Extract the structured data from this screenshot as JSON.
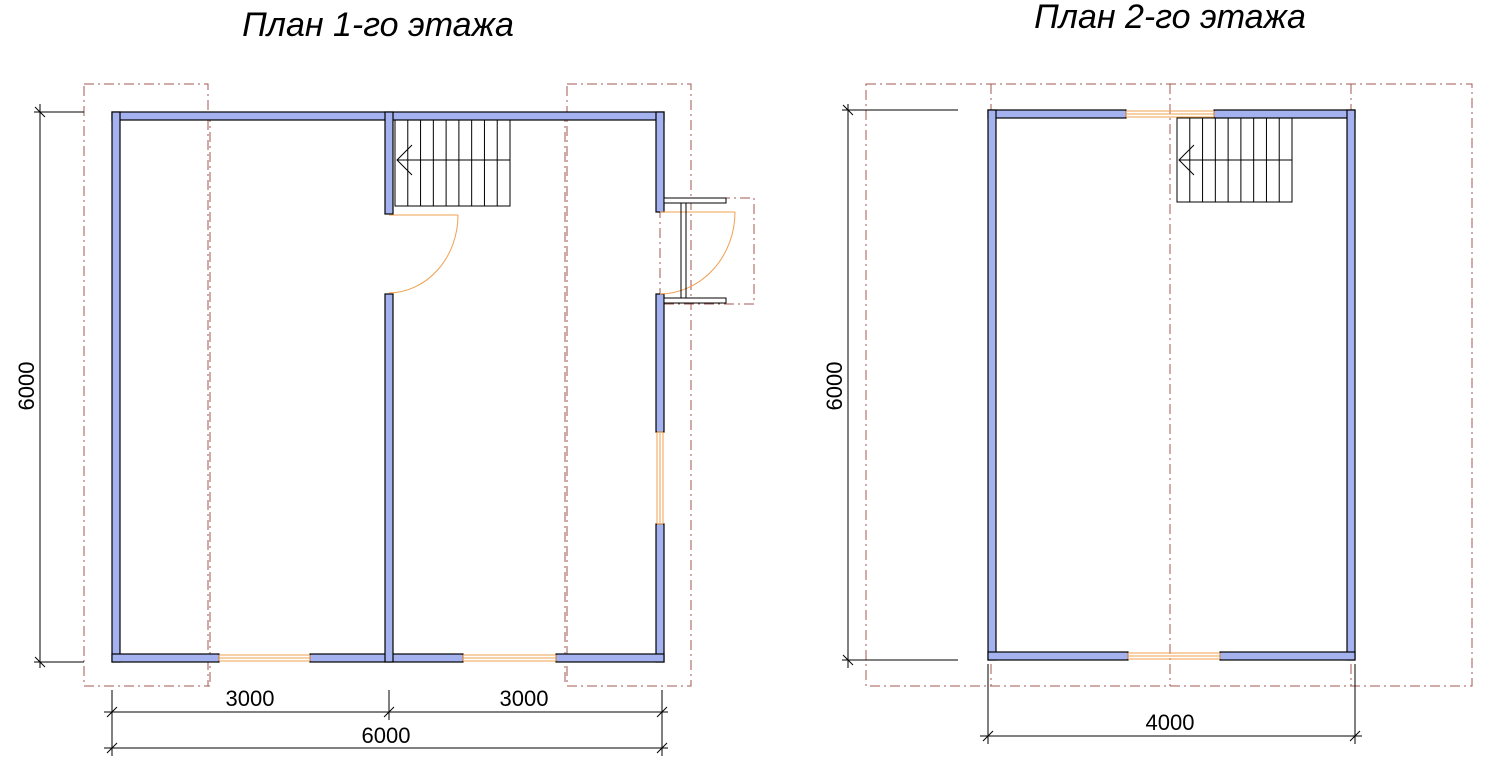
{
  "plans": [
    {
      "title": "План 1-го этажа",
      "dims": {
        "height": "6000",
        "left_segment": "3000",
        "right_segment": "3000",
        "total_width": "6000"
      }
    },
    {
      "title": "План 2-го этажа",
      "dims": {
        "height": "6000",
        "total_width": "4000"
      }
    }
  ],
  "colors": {
    "wall_fill": "#a4b3f0",
    "wall_stroke": "#000000",
    "opening": "#f0a050",
    "outline_dashed": "#a0574f",
    "dimension": "#000000"
  }
}
